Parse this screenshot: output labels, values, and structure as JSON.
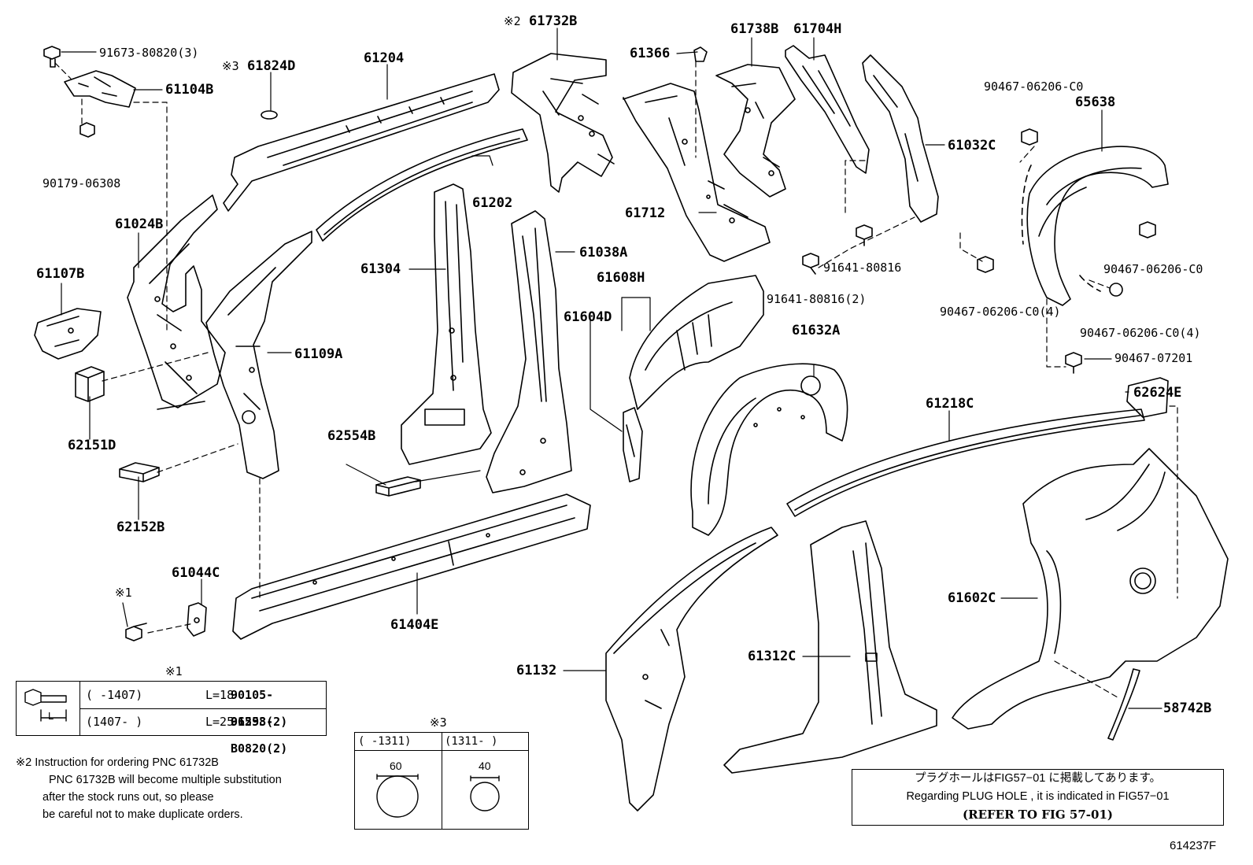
{
  "labels": {
    "p91673": "91673-80820(3)",
    "p61104B": "61104B",
    "p61824D_mark": "※3",
    "p61824D": "61824D",
    "p61204": "61204",
    "p61732B_mark": "※2",
    "p61732B": "61732B",
    "p61366": "61366",
    "p61738B": "61738B",
    "p61704H": "61704H",
    "p90467_top": "90467-06206-C0",
    "p65638": "65638",
    "p90179": "90179-06308",
    "p61032C": "61032C",
    "p61202": "61202",
    "p61712": "61712",
    "p61024B": "61024B",
    "p61038A": "61038A",
    "p61304": "61304",
    "p91641a": "91641-80816",
    "p90467_r": "90467-06206-C0",
    "p61107B": "61107B",
    "p61608H": "61608H",
    "p91641b": "91641-80816(2)",
    "p61604D": "61604D",
    "p90467_4a": "90467-06206-C0(4)",
    "p90467_4b": "90467-06206-C0(4)",
    "p61632A": "61632A",
    "p61109A": "61109A",
    "p90467_07201": "90467-07201",
    "p62624E": "62624E",
    "p61218C": "61218C",
    "p62151D": "62151D",
    "p62554B": "62554B",
    "p62152B": "62152B",
    "p61044C": "61044C",
    "p61602C": "61602C",
    "p61404E": "61404E",
    "p61132": "61132",
    "p61312C": "61312C",
    "p58742B": "58742B",
    "mark1": "※1"
  },
  "bolt_table": {
    "title": "※1",
    "icon_label": "L",
    "rows": [
      {
        "range": "(     -1407)",
        "length": "L=18",
        "part": "90105-06298(2)"
      },
      {
        "range": "(1407-     )",
        "length": "L=25",
        "part": "91553-B0820(2)"
      }
    ]
  },
  "hole_table": {
    "title": "※3",
    "cols": [
      {
        "range": "(     -1311)",
        "size": "60"
      },
      {
        "range": "(1311-     )",
        "size": "40"
      }
    ]
  },
  "note2": {
    "lines": [
      "※2 Instruction for ordering PNC 61732B",
      "PNC 61732B will become multiple substitution",
      "after the stock runs out, so please",
      "be careful not to make duplicate orders."
    ]
  },
  "refer_box": {
    "line1": "プラグホールはFIG57−01 に掲載してあります。",
    "line2": "Regarding PLUG HOLE , it is indicated in FIG57−01",
    "line3": "(REFER TO FIG 57-01)"
  },
  "figure_id": "614237F"
}
